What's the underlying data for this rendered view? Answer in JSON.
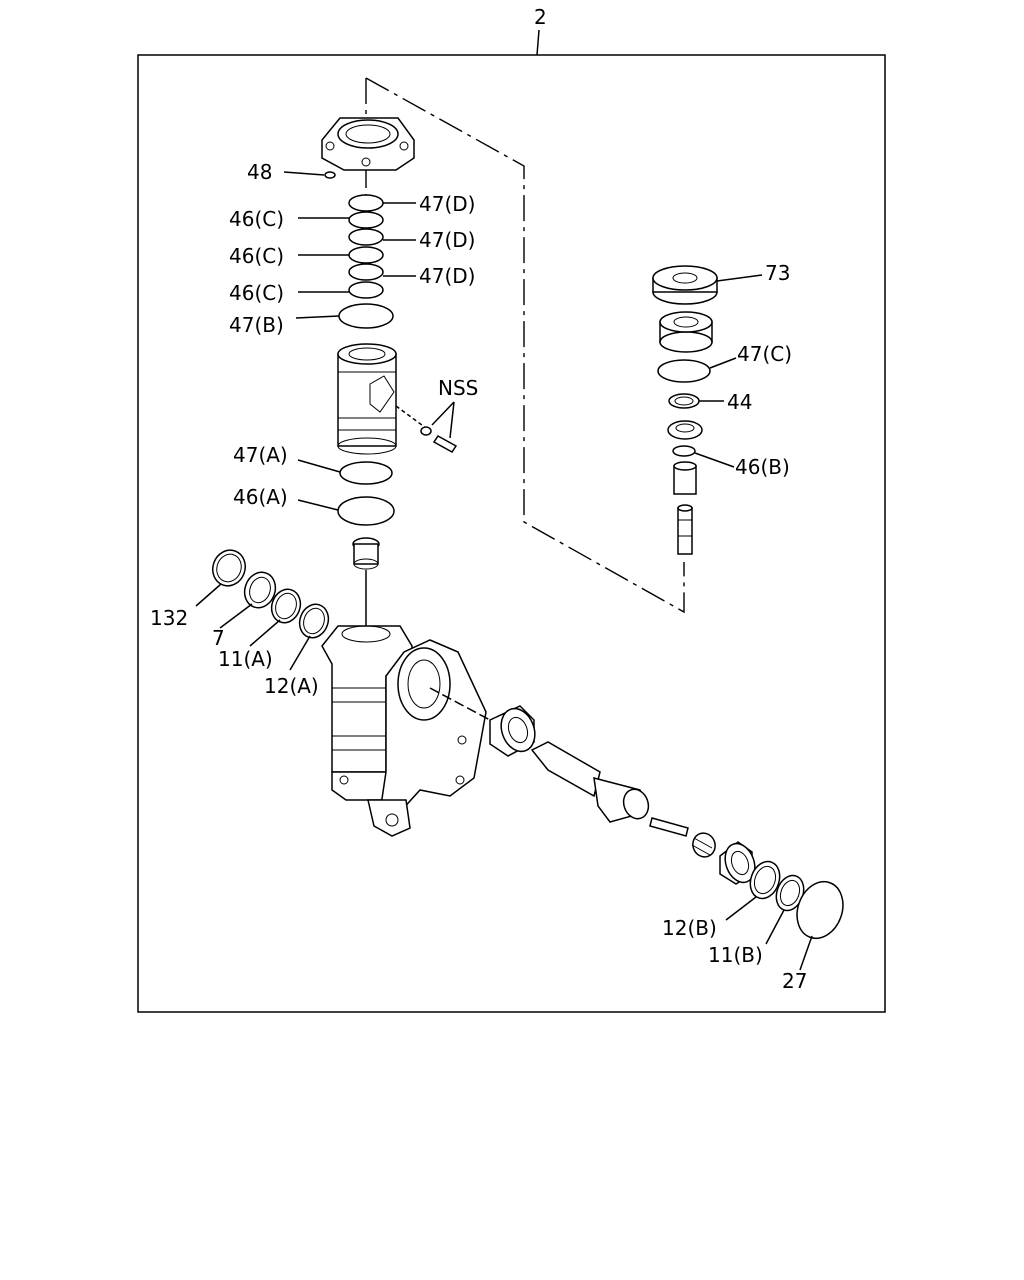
{
  "diagram": {
    "assembly_callout": "2",
    "callouts": [
      {
        "id": "c48",
        "text": "48"
      },
      {
        "id": "c47d1",
        "text": "47(D)"
      },
      {
        "id": "c46c1",
        "text": "46(C)"
      },
      {
        "id": "c47d2",
        "text": "47(D)"
      },
      {
        "id": "c46c2",
        "text": "46(C)"
      },
      {
        "id": "c47d3",
        "text": "47(D)"
      },
      {
        "id": "c46c3",
        "text": "46(C)"
      },
      {
        "id": "c47b",
        "text": "47(B)"
      },
      {
        "id": "cnss",
        "text": "NSS"
      },
      {
        "id": "c47a",
        "text": "47(A)"
      },
      {
        "id": "c46a",
        "text": "46(A)"
      },
      {
        "id": "c132",
        "text": "132"
      },
      {
        "id": "c7",
        "text": "7"
      },
      {
        "id": "c11a",
        "text": "11(A)"
      },
      {
        "id": "c12a",
        "text": "12(A)"
      },
      {
        "id": "c73",
        "text": "73"
      },
      {
        "id": "c47c",
        "text": "47(C)"
      },
      {
        "id": "c44",
        "text": "44"
      },
      {
        "id": "c46b",
        "text": "46(B)"
      },
      {
        "id": "c12b",
        "text": "12(B)"
      },
      {
        "id": "c11b",
        "text": "11(B)"
      },
      {
        "id": "c27",
        "text": "27"
      }
    ]
  }
}
